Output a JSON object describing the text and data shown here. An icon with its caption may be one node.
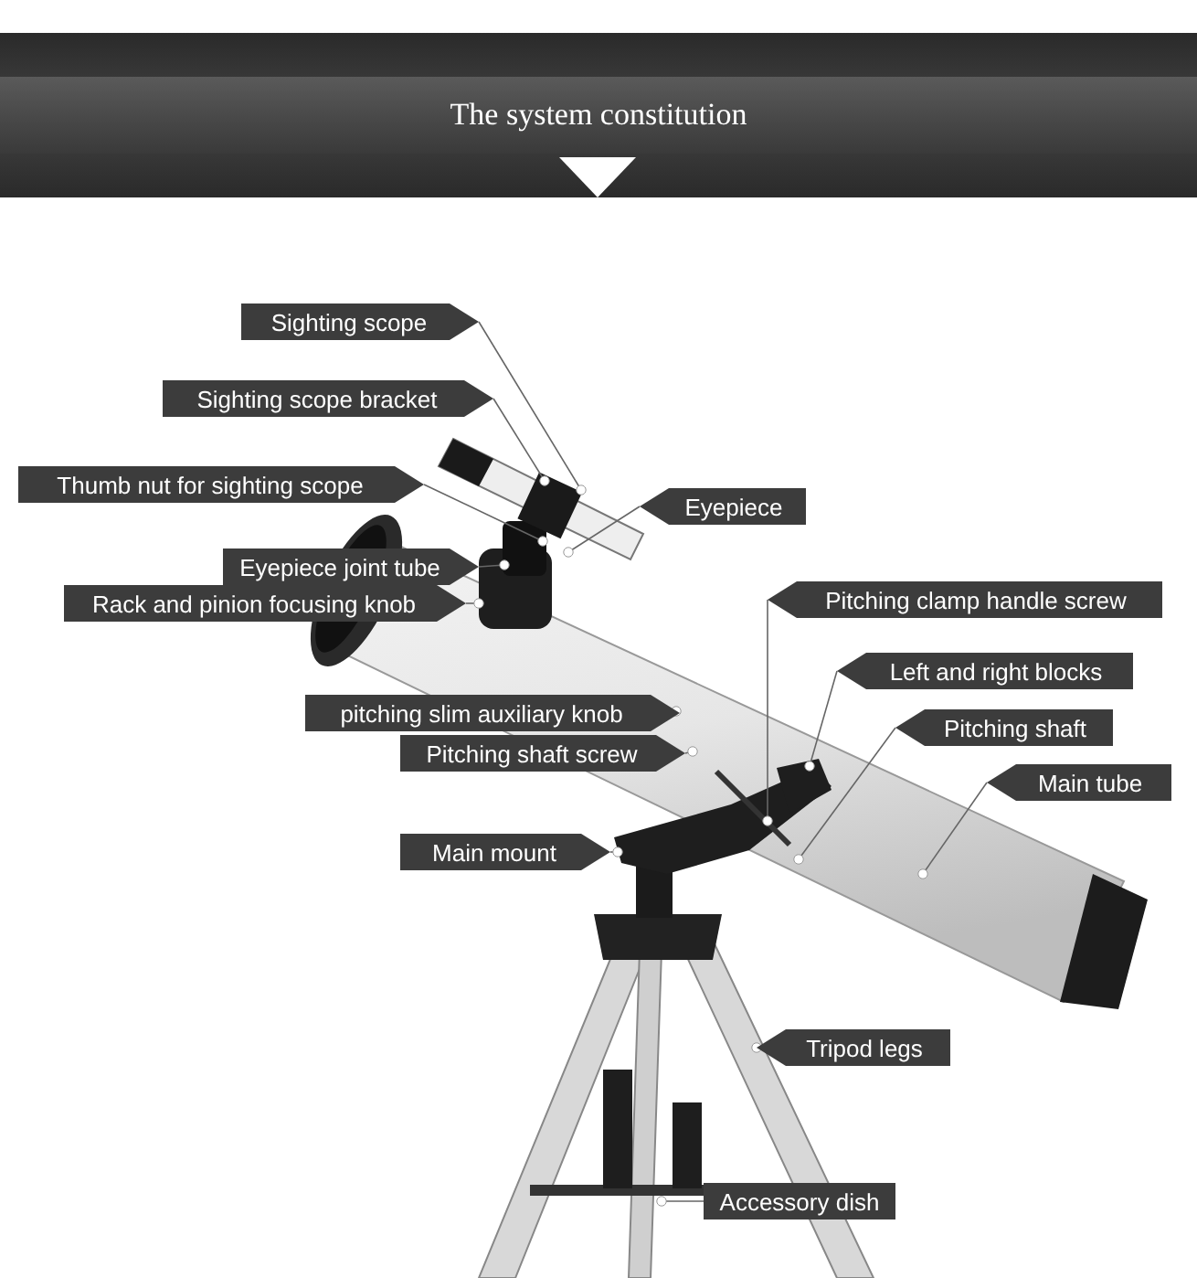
{
  "diagram": {
    "title": "The system constitution",
    "nodes": [
      {
        "text": [
          "Sighting scope"
        ]
      },
      {
        "text": [
          "Sighting scope bracket"
        ]
      },
      {
        "text": [
          "Thumb nut for sighting scope"
        ]
      },
      {
        "text": [
          "Eyepiece"
        ]
      },
      {
        "text": [
          "Eyepiece joint tube"
        ]
      },
      {
        "text": [
          "Rack and pinion focusing knob"
        ]
      },
      {
        "text": [
          "Pitching clamp handle screw"
        ]
      },
      {
        "text": [
          "Left and right blocks"
        ]
      },
      {
        "text": [
          "pitching slim auxiliary knob"
        ]
      },
      {
        "text": [
          "Pitching shaft"
        ]
      },
      {
        "text": [
          "Pitching shaft screw"
        ]
      },
      {
        "text": [
          "Main tube"
        ]
      },
      {
        "text": [
          "Main mount"
        ]
      },
      {
        "text": [
          "Tripod legs"
        ]
      },
      {
        "text": [
          "Accessory dish"
        ]
      }
    ],
    "edges": [
      {
        "from": 0,
        "to": null,
        "arrow": "other"
      },
      {
        "from": 1,
        "to": null,
        "arrow": "other"
      },
      {
        "from": 2,
        "to": null,
        "arrow": "other"
      },
      {
        "from": 3,
        "to": null,
        "arrow": "other"
      },
      {
        "from": 4,
        "to": null,
        "arrow": "other"
      },
      {
        "from": 5,
        "to": null,
        "arrow": "other"
      },
      {
        "from": 6,
        "to": null,
        "arrow": "other"
      },
      {
        "from": 7,
        "to": null,
        "arrow": "other"
      },
      {
        "from": 8,
        "to": null,
        "arrow": "other"
      },
      {
        "from": 9,
        "to": null,
        "arrow": "other"
      },
      {
        "from": 10,
        "to": null,
        "arrow": "other"
      },
      {
        "from": 11,
        "to": null,
        "arrow": "other"
      },
      {
        "from": 12,
        "to": null,
        "arrow": "other"
      },
      {
        "from": 13,
        "to": null,
        "arrow": "other"
      },
      {
        "from": 14,
        "to": null,
        "arrow": "other"
      }
    ]
  }
}
